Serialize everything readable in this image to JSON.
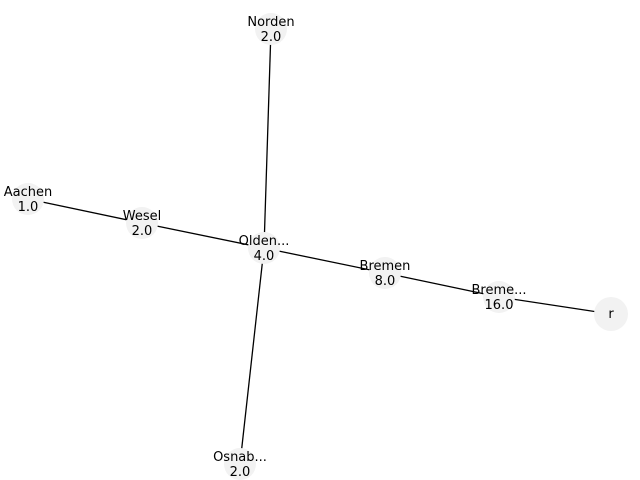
{
  "nodes": [
    {
      "id": "aachen",
      "name": "Aachen",
      "value": "1.0"
    },
    {
      "id": "wesel",
      "name": "Wesel",
      "value": "2.0"
    },
    {
      "id": "oldenburg",
      "name": "Olden...",
      "value": "4.0"
    },
    {
      "id": "norden",
      "name": "Norden",
      "value": "2.0"
    },
    {
      "id": "osnabrueck",
      "name": "Osnab...",
      "value": "2.0"
    },
    {
      "id": "bremen",
      "name": "Bremen",
      "value": "8.0"
    },
    {
      "id": "bremerhaven",
      "name": "Breme...",
      "value": "16.0"
    },
    {
      "id": "root",
      "name": "r",
      "value": ""
    }
  ],
  "edges": [
    {
      "from": "aachen",
      "to": "wesel"
    },
    {
      "from": "wesel",
      "to": "oldenburg"
    },
    {
      "from": "norden",
      "to": "oldenburg"
    },
    {
      "from": "osnabrueck",
      "to": "oldenburg"
    },
    {
      "from": "oldenburg",
      "to": "bremen"
    },
    {
      "from": "bremen",
      "to": "bremerhaven"
    },
    {
      "from": "bremerhaven",
      "to": "root"
    }
  ]
}
